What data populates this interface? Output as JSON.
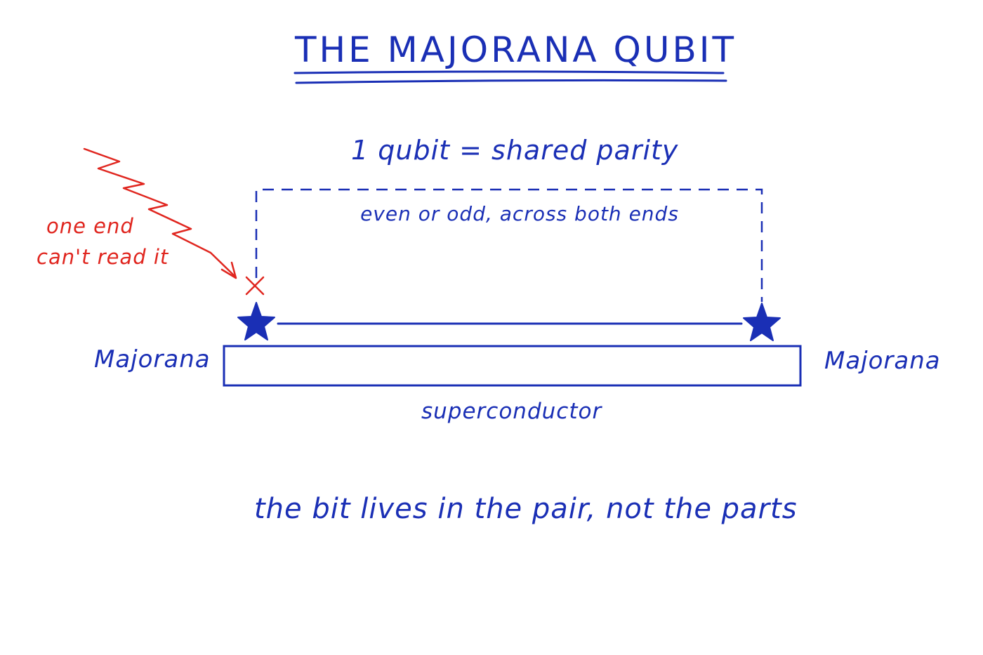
{
  "title": "THE MAJORANA QUBIT",
  "equation": "1 qubit = shared parity",
  "parity_note": "even or odd, across both ends",
  "red_note": {
    "line1": "one end",
    "line2": "can't read it"
  },
  "labels": {
    "majorana_left": "Majorana",
    "majorana_right": "Majorana",
    "superconductor": "superconductor"
  },
  "tagline": "the bit lives in the pair, not the parts",
  "colors": {
    "ink_blue": "#1a2fb5",
    "ink_red": "#e0261f",
    "background": "#ffffff"
  },
  "icons": {
    "left_end": "star-icon",
    "right_end": "star-icon",
    "blocked_marker": "x-icon",
    "noise": "lightning-arrow-icon"
  }
}
